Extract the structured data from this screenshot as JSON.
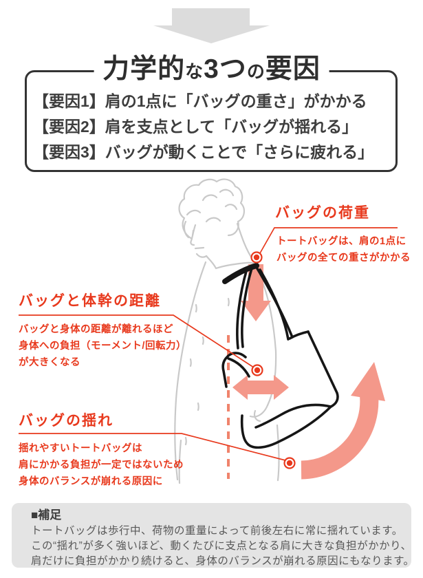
{
  "colors": {
    "red": "#e8391d",
    "salmon": "#f4988a",
    "dash": "#f0836c",
    "sketch": "#c9c9c9",
    "ink": "#161616",
    "dark": "#3d3d3d",
    "title": "#2e2e2e",
    "arrowgray": "#dcdcdc",
    "footerbg": "#e4e4e4",
    "footertext": "#585858"
  },
  "factors_box": {
    "title_parts": [
      {
        "t": "力学的"
      },
      {
        "t": "な"
      },
      {
        "t": "3つ"
      },
      {
        "t": "の"
      },
      {
        "t": "要因"
      }
    ],
    "items": [
      "【要因1】肩の1点に「バッグの重さ」がかかる",
      "【要因2】肩を支点として「バッグが揺れる」",
      "【要因3】バッグが動くことで「さらに疲れる」"
    ]
  },
  "annotations": {
    "load": {
      "heading": "バッグの荷重",
      "lines": [
        "トートバッグは、肩の1点に",
        "バッグの全ての重さがかかる"
      ]
    },
    "distance": {
      "heading": "バッグと体幹の距離",
      "lines": [
        "バッグと身体の距離が離れるほど",
        "身体への負担（モーメント/回転力）",
        "が大きくなる"
      ]
    },
    "sway": {
      "heading": "バッグの揺れ",
      "lines": [
        "揺れやすいトートバッグは",
        "肩にかかる負担が一定ではないため",
        "身体のバランスが崩れる原因に"
      ]
    }
  },
  "footnote": {
    "heading": "■補足",
    "lines": [
      "トートバッグは歩行中、荷物の重量によって前後左右に常に揺れています。",
      "この“揺れ”が多く強いほど、動くたびに支点となる肩に大きな負担がかかり、",
      "肩だけに負担がかかり続けると、身体のバランスが崩れる原因にもなります。"
    ]
  }
}
